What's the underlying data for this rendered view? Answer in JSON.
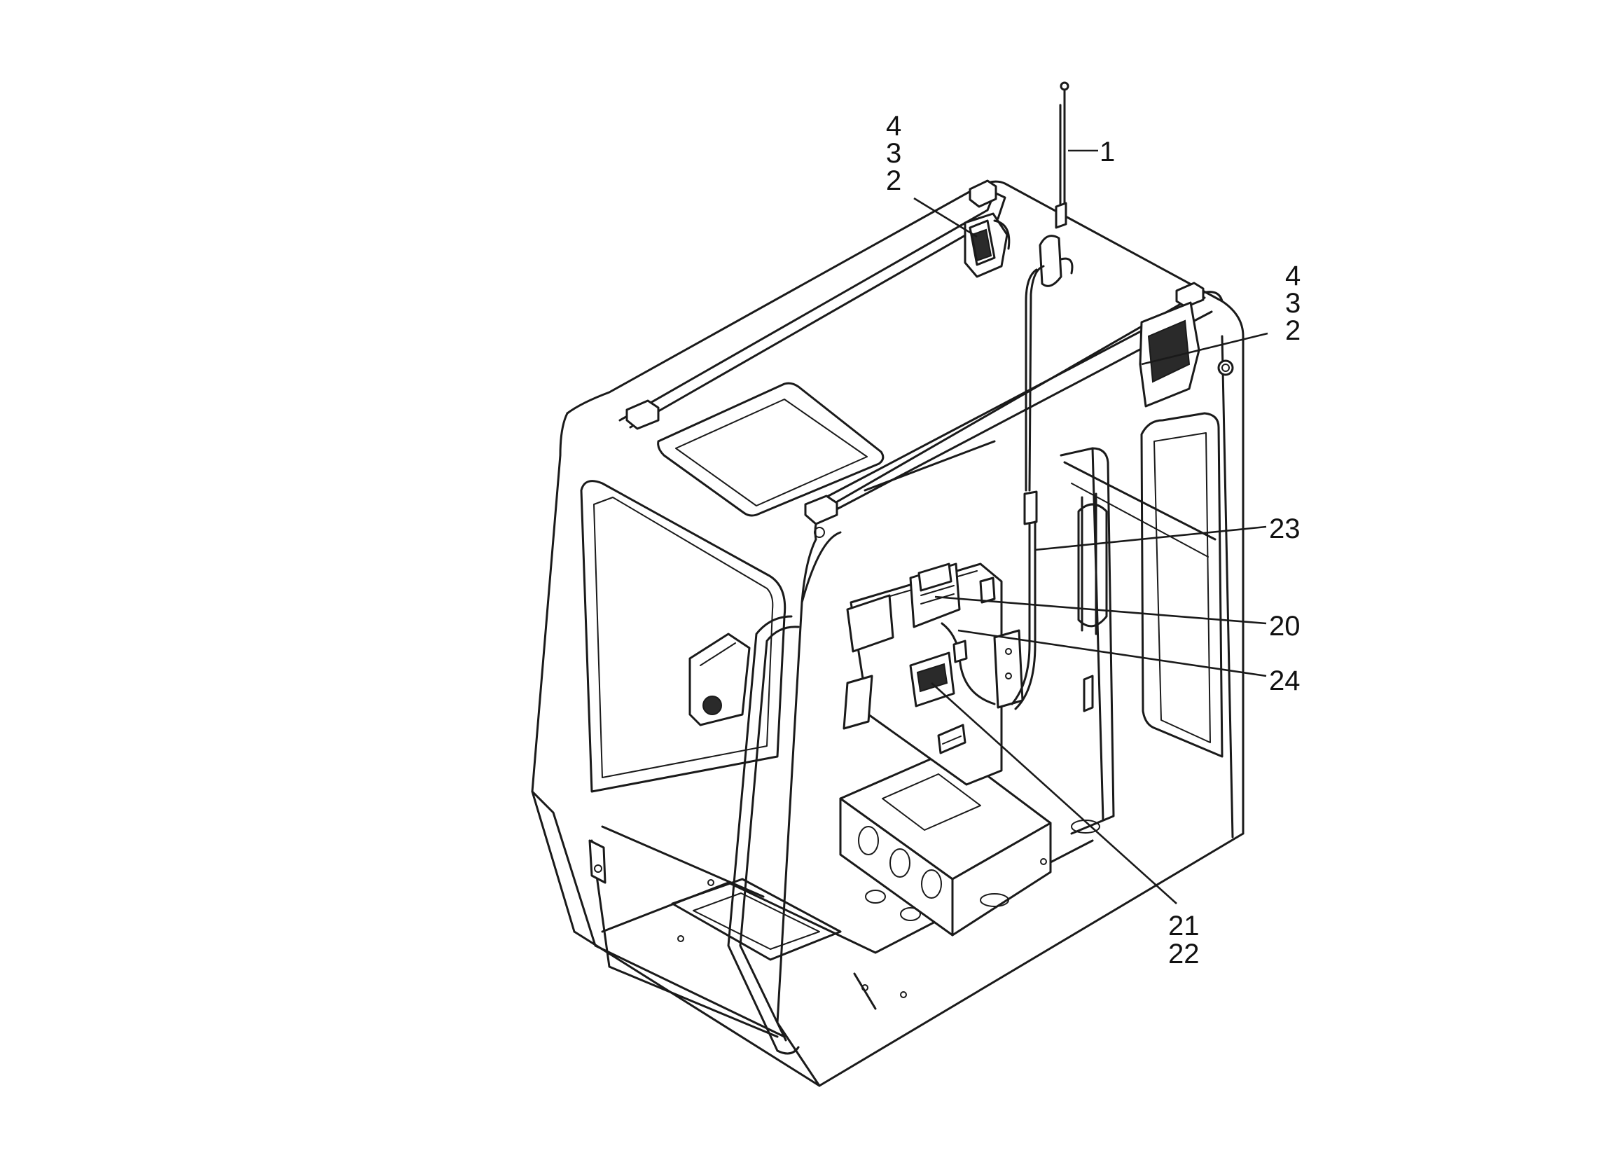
{
  "callouts": {
    "antenna": "1",
    "left_speaker": [
      "4",
      "3",
      "2"
    ],
    "right_speaker": [
      "4",
      "3",
      "2"
    ],
    "antenna_cable": "23",
    "radio_unit": "20",
    "connector_cable": "24",
    "bracket": [
      "21",
      "22"
    ]
  }
}
